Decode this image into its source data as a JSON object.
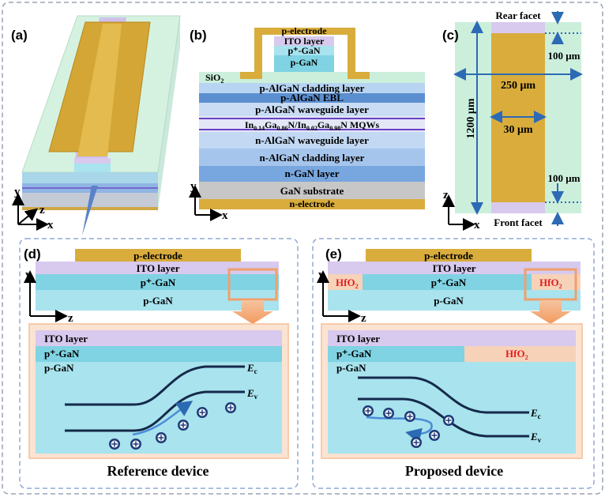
{
  "panel_a": {
    "label": "(a)",
    "axes": {
      "y": "y",
      "z": "z",
      "x": "x"
    }
  },
  "panel_b": {
    "label": "(b)",
    "ridge_layers": [
      "p-electrode",
      "ITO layer",
      "p⁺-GaN",
      "p-GaN"
    ],
    "sio2": "SiO",
    "sio2_sub": "2",
    "layers": [
      "p-AlGaN cladding layer",
      "p-AlGaN EBL",
      "p-AlGaN waveguide layer",
      "n-AlGaN waveguide layer",
      "n-AlGaN cladding layer",
      "n-GaN layer",
      "GaN substrate",
      "n-electrode"
    ],
    "mqw": {
      "in1": "In",
      "s1": "0.14",
      "ga1": "Ga",
      "s2": "0.86",
      "n1": "N/In",
      "s3": "0.02",
      "ga2": "Ga",
      "s4": "0.98",
      "tail": "N MQWs"
    },
    "axes": {
      "y": "y",
      "x": "x"
    }
  },
  "panel_c": {
    "label": "(c)",
    "rear": "Rear facet",
    "front": "Front facet",
    "d_top": "100 μm",
    "d_bot": "100 μm",
    "width": "250 μm",
    "ridge": "30 μm",
    "length": "1200 μm",
    "axes": {
      "z": "z",
      "x": "x"
    }
  },
  "panel_d": {
    "label": "(d)",
    "electrode": "p-electrode",
    "ito": "ITO layer",
    "pp_gan": "p⁺-GaN",
    "p_gan": "p-GaN",
    "zoom_ito": "ITO layer",
    "zoom_pp": "p⁺-GaN",
    "zoom_p": "p-GaN",
    "ec": "E",
    "ec_sub": "c",
    "ev": "E",
    "ev_sub": "v",
    "caption": "Reference device",
    "axes": {
      "y": "y",
      "z": "z"
    }
  },
  "panel_e": {
    "label": "(e)",
    "electrode": "p-electrode",
    "ito": "ITO layer",
    "pp_gan": "p⁺-GaN",
    "p_gan": "p-GaN",
    "hfo": "HfO",
    "hfo_sub": "2",
    "zoom_ito": "ITO layer",
    "zoom_pp": "p⁺-GaN",
    "zoom_p": "p-GaN",
    "ec": "E",
    "ec_sub": "c",
    "ev": "E",
    "ev_sub": "v",
    "caption": "Proposed device",
    "axes": {
      "y": "y",
      "z": "z"
    }
  },
  "colors": {
    "gold": "#d9ac3c",
    "ito": "#d8c9ee",
    "ppgan": "#7fd3e3",
    "pgan": "#a8e3ee",
    "hfo": "#f6d2b8",
    "mint": "#ccefdc",
    "frame": "#8fa9d4"
  }
}
